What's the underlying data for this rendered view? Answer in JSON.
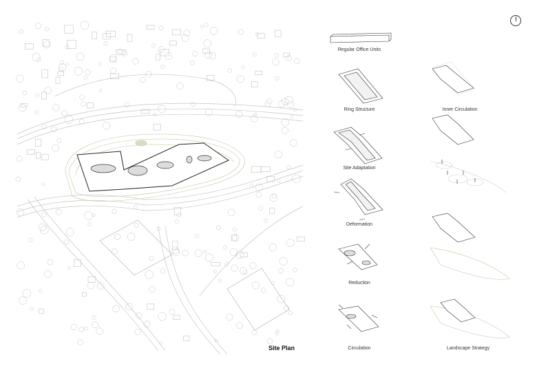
{
  "site_plan": {
    "title": "Site Plan"
  },
  "north_arrow": {
    "icon": "north-arrow-icon"
  },
  "diagrams": {
    "regular_office_units": "Regular Office Units",
    "ring_structure": "Ring Structure",
    "site_adaptation": "Site Adaptation",
    "deformation": "Deformation",
    "reduction": "Reduction",
    "circulation": "Circulation",
    "inner_circulation": "Inner Circulation",
    "landscape_strategy": "Landscape Strategy"
  },
  "colors": {
    "line": "#9a9a9a",
    "landscape": "#b9c9a0",
    "ink": "#222222"
  }
}
